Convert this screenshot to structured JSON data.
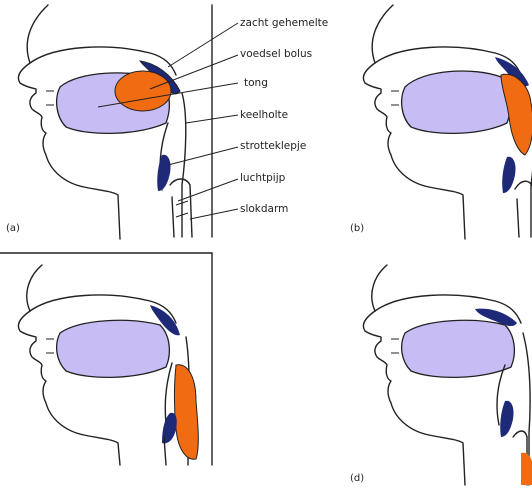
{
  "labels": {
    "soft_palate": "zacht gehemelte",
    "food_bolus": "voedsel bolus",
    "tongue": "tong",
    "pharynx": "keelholte",
    "epiglottis": "strotteklepje",
    "trachea": "luchtpijp",
    "esophagus": "slokdarm"
  },
  "panels": {
    "a": "(a)",
    "b": "(b)",
    "d": "(d)"
  },
  "colors": {
    "tongue": "#c8bcf4",
    "bolus": "#f06b12",
    "palate_epiglottis": "#1e2a78",
    "outline": "#222222"
  }
}
